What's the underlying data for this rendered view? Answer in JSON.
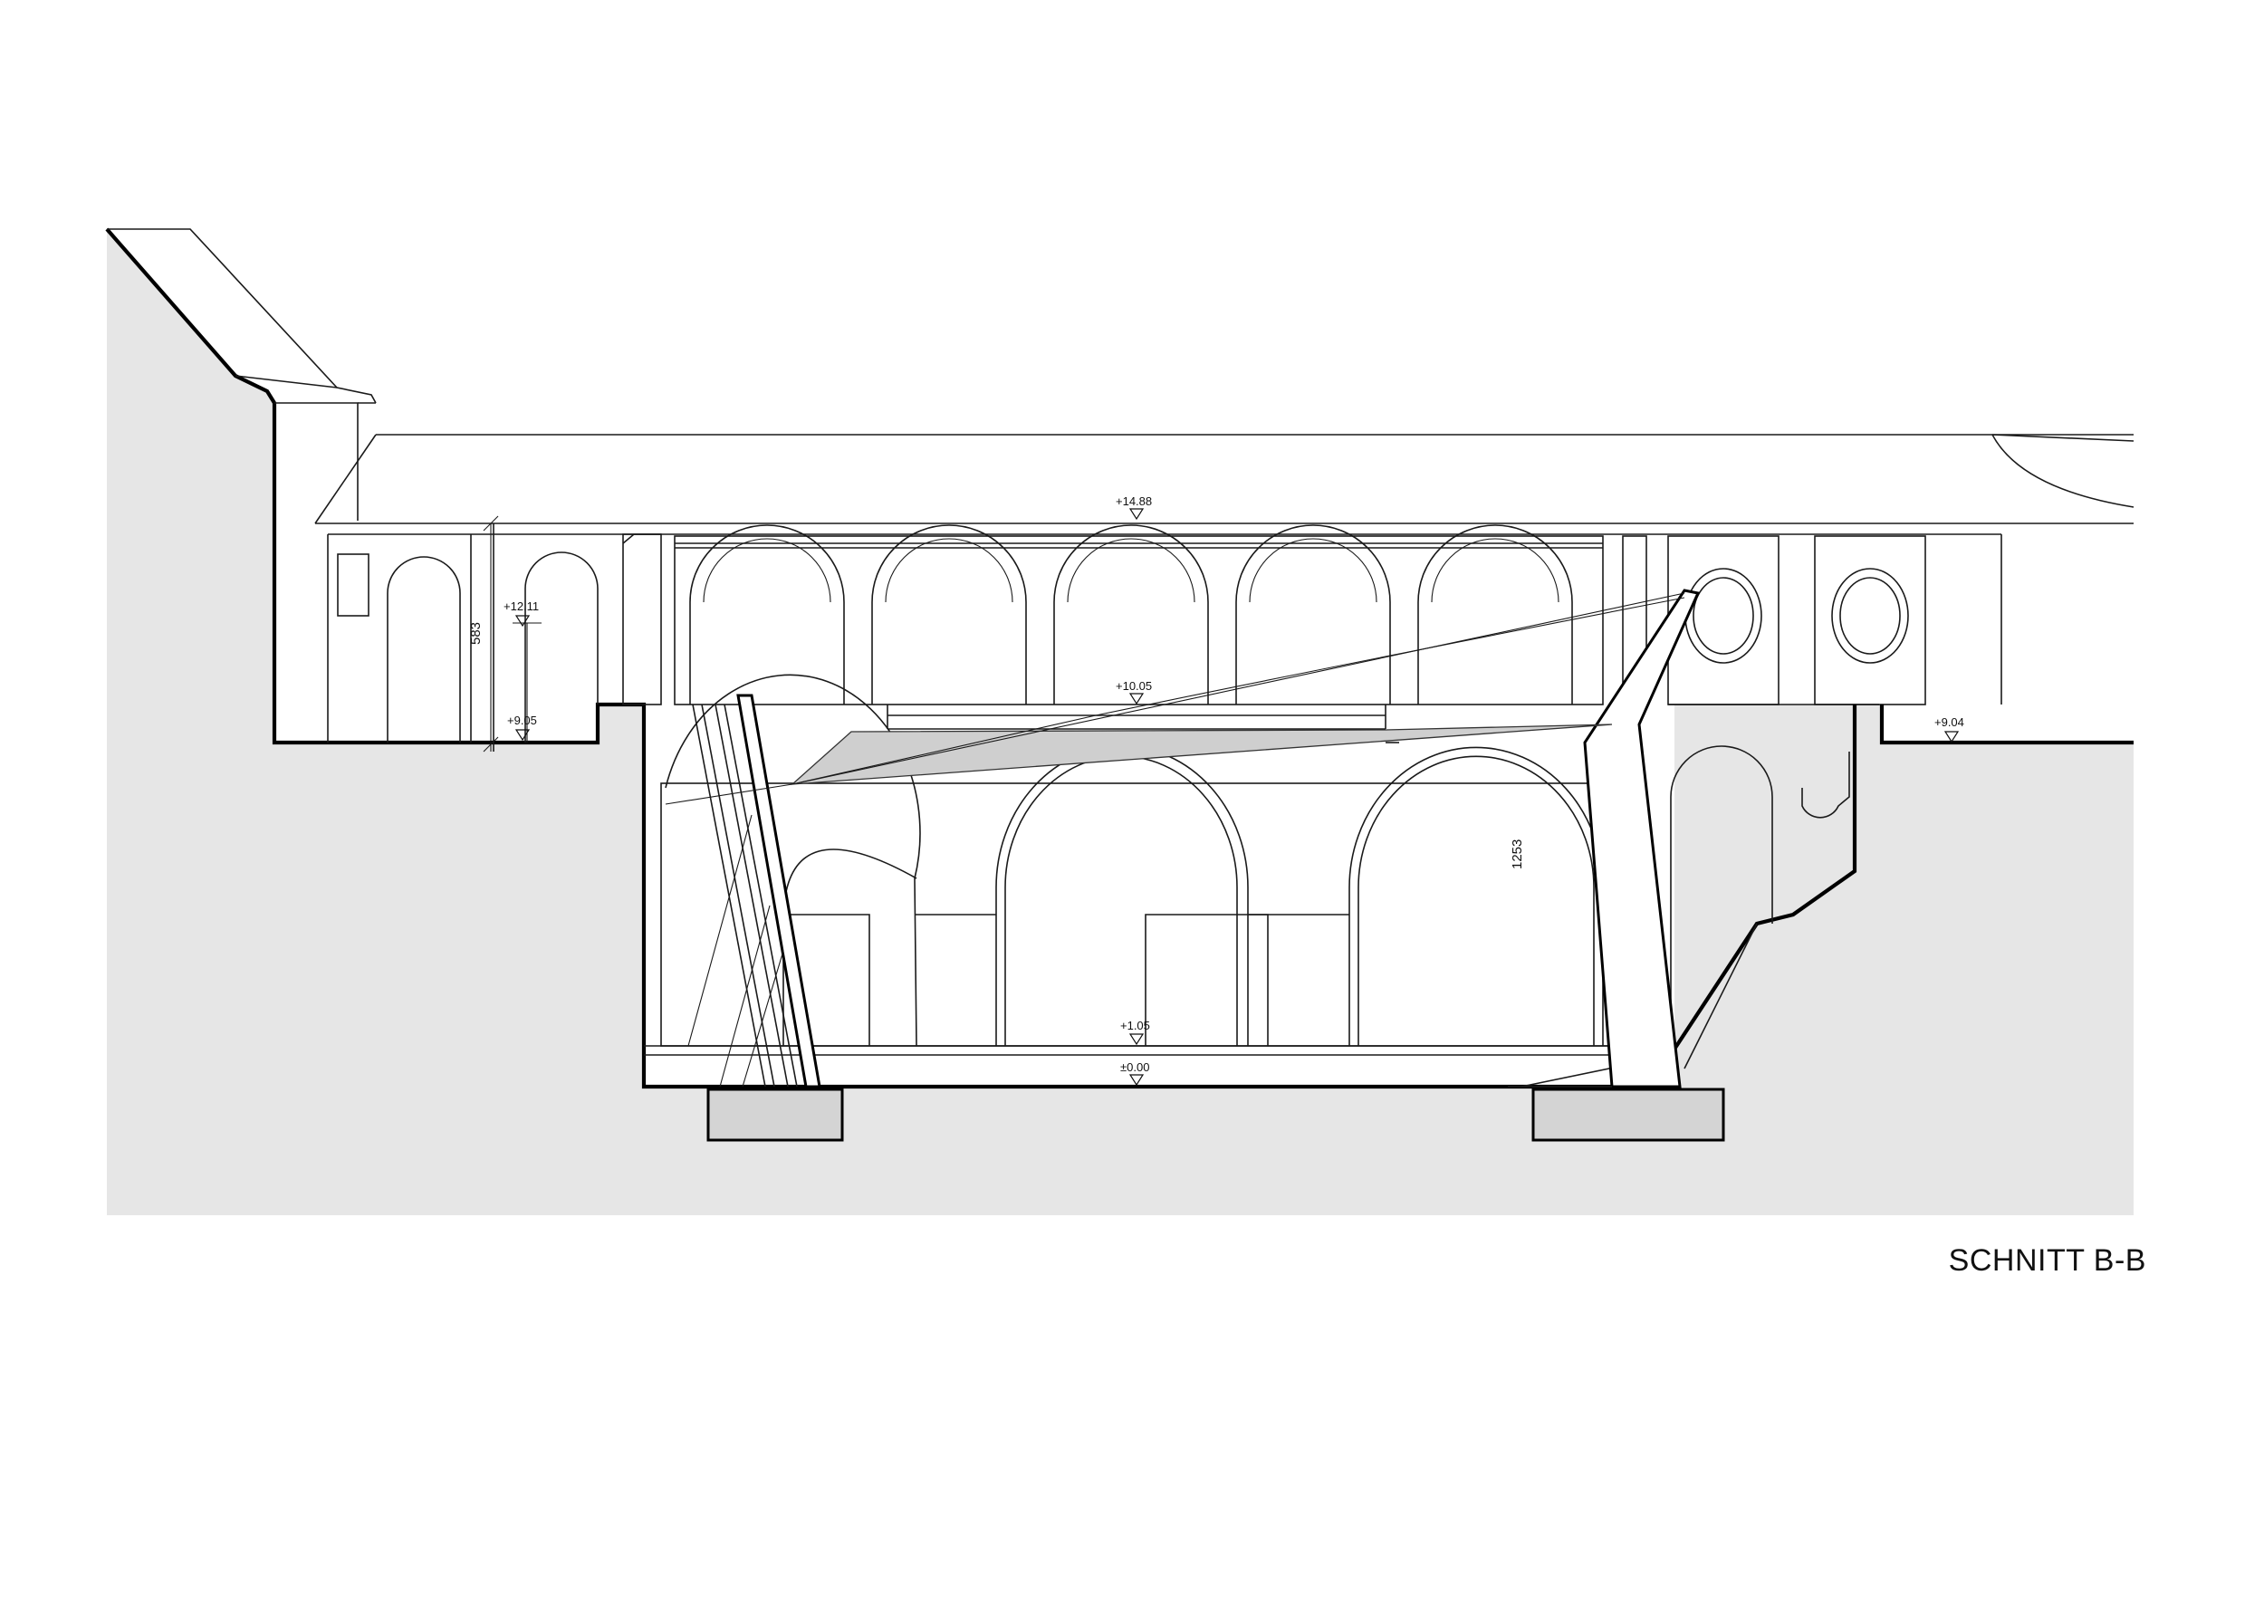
{
  "title": "SCHNITT B-B",
  "levels": {
    "top_eave": "+14.88",
    "upper_left": "+12.11",
    "mid_floor": "+10.05",
    "left_floor": "+9.05",
    "right_floor": "+9.04",
    "lower_floor": "+1.05",
    "base": "±0.00"
  },
  "dimensions": {
    "left_height": "583",
    "hall_height": "1253"
  },
  "colors": {
    "ground_fill": "#e6e6e6",
    "section_line": "#000000",
    "glass_fill": "#cfcfcf"
  }
}
